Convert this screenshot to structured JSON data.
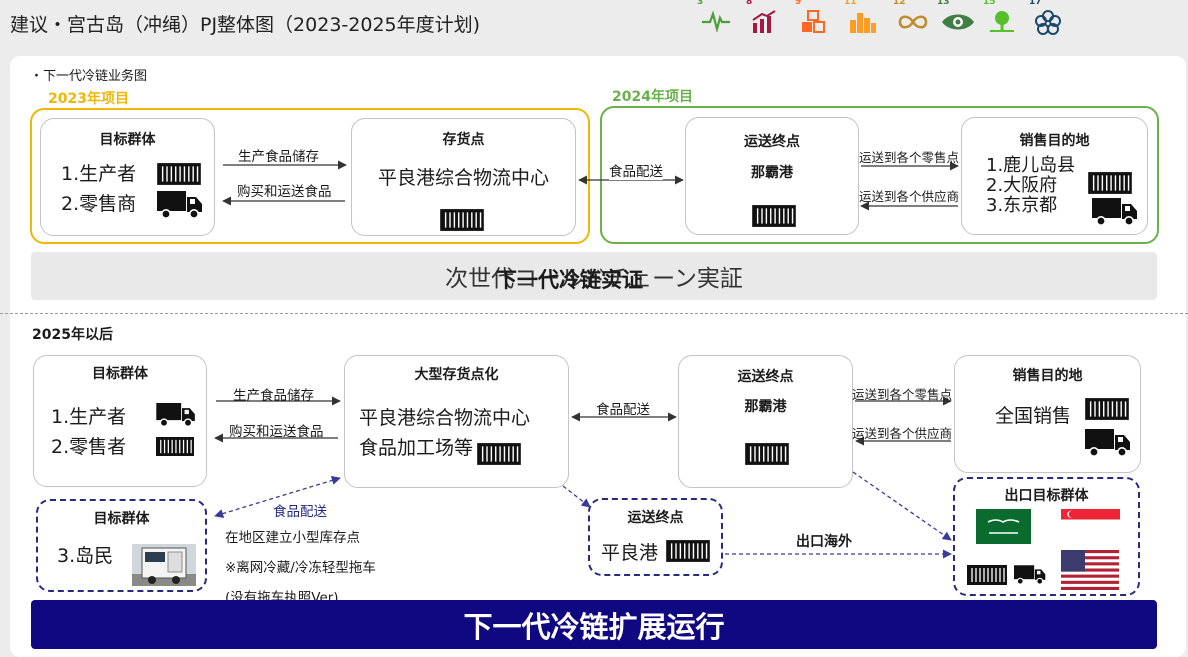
{
  "header": {
    "title": "建议・宫古岛（冲绳）PJ整体图（2023-2025年度计划)",
    "sdg_icons": [
      {
        "num": "3",
        "icon": "heartbeat-icon",
        "color": "#4c9f38"
      },
      {
        "num": "8",
        "icon": "growth-chart-icon",
        "color": "#a21942"
      },
      {
        "num": "9",
        "icon": "cubes-icon",
        "color": "#fd6925"
      },
      {
        "num": "11",
        "icon": "city-icon",
        "color": "#fd9d24"
      },
      {
        "num": "12",
        "icon": "infinity-icon",
        "color": "#bf8b2e"
      },
      {
        "num": "13",
        "icon": "eye-icon",
        "color": "#3f7e44"
      },
      {
        "num": "15",
        "icon": "tree-icon",
        "color": "#56c02b"
      },
      {
        "num": "17",
        "icon": "flower-icon",
        "color": "#19486a"
      }
    ]
  },
  "section_label": "・下一代冷链业务图",
  "top": {
    "year_2023": "2023年项目",
    "year_2024": "2024年项目",
    "target": {
      "title": "目标群体",
      "items": [
        "1.生产者",
        "2.零售商"
      ]
    },
    "arrow_store": "生产食品储存",
    "arrow_buy": "购买和运送食品",
    "inventory": {
      "title": "存货点",
      "text": "平良港综合物流中心"
    },
    "arrow_food": "食品配送",
    "terminal": {
      "title": "运送终点",
      "sub": "那霸港"
    },
    "arrow_retail": "运送到各个零售点",
    "arrow_supplier": "运送到各个供应商",
    "destination": {
      "title": "销售目的地",
      "items": [
        "1.鹿儿岛县",
        "2.大阪府",
        "3.东京都"
      ]
    },
    "banner": "次世代コールドチェーン実証",
    "banner_overlay": "下一代冷链实证"
  },
  "bottom": {
    "year": "2025年以后",
    "target": {
      "title": "目标群体",
      "items": [
        "1.生产者",
        "2.零售者"
      ]
    },
    "arrow_store": "生产食品储存",
    "arrow_buy": "购买和运送食品",
    "inventory": {
      "title": "大型存货点化",
      "lines": [
        "平良港综合物流中心",
        "食品加工场等"
      ]
    },
    "arrow_food": "食品配送",
    "terminal": {
      "title": "运送终点",
      "sub": "那霸港"
    },
    "arrow_retail": "运送到各个零售点",
    "arrow_supplier": "运送到各个供应商",
    "destination": {
      "title": "销售目的地",
      "text": "全国销售"
    },
    "islanders": {
      "title": "目标群体",
      "text": "3.岛民"
    },
    "food_delivery_label": "食品配送",
    "notes": [
      "在地区建立小型库存点",
      "※离网冷藏/冷冻轻型拖车",
      "(没有拖车执照Ver)"
    ],
    "terminal2": {
      "title": "运送终点",
      "text": "平良港"
    },
    "export_label": "出口海外",
    "export_group": {
      "title": "出口目标群体"
    },
    "banner": "下一代冷链扩展运行"
  },
  "colors": {
    "yellow": "#f2b705",
    "green": "#6ab04c",
    "navy": "#100880",
    "purple": "#3a3a9a"
  }
}
